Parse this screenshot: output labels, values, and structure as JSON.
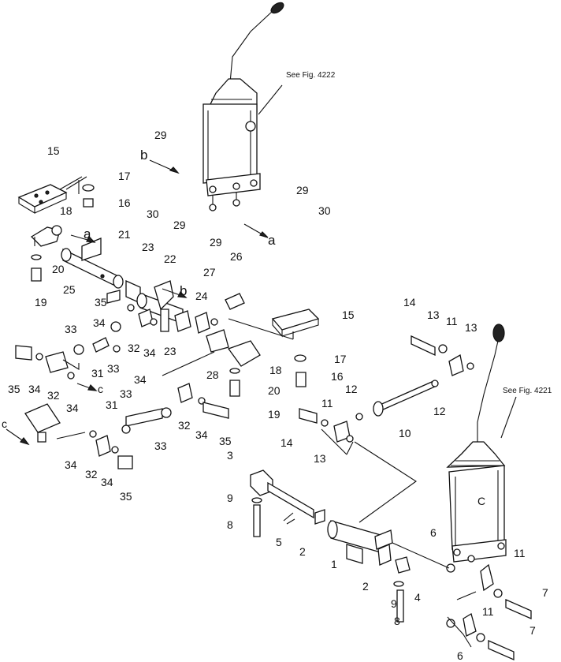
{
  "references": [
    {
      "id": "fig-ref-4222",
      "text": "See Fig. 4222"
    },
    {
      "id": "fig-ref-4221",
      "text": "See Fig. 4221"
    }
  ],
  "view_markers": [
    "a",
    "a",
    "b",
    "b",
    "c",
    "c"
  ],
  "panel_letter": "C",
  "callouts": [
    "1",
    "2",
    "2",
    "3",
    "4",
    "5",
    "6",
    "6",
    "7",
    "7",
    "8",
    "8",
    "9",
    "9",
    "10",
    "11",
    "11",
    "11",
    "11",
    "12",
    "12",
    "13",
    "13",
    "13",
    "14",
    "14",
    "15",
    "15",
    "16",
    "16",
    "17",
    "17",
    "18",
    "18",
    "19",
    "19",
    "20",
    "20",
    "21",
    "22",
    "23",
    "23",
    "24",
    "25",
    "26",
    "27",
    "28",
    "29",
    "29",
    "29",
    "29",
    "30",
    "30",
    "31",
    "31",
    "32",
    "32",
    "32",
    "32",
    "33",
    "33",
    "33",
    "33",
    "34",
    "34",
    "34",
    "34",
    "34",
    "34",
    "34",
    "34",
    "35",
    "35",
    "35",
    "35"
  ]
}
